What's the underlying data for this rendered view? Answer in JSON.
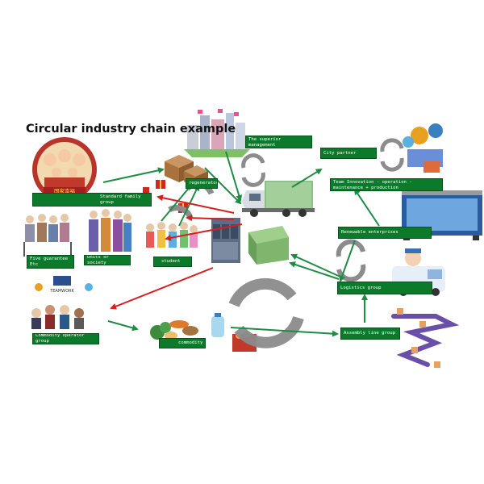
{
  "title": "Circular industry chain example",
  "labels": {
    "superior_management": "The superior management",
    "city_partner": "City partner",
    "innovation": "Team Innovation - operation - maintenance + production",
    "renewable": "Renewable enterprises",
    "logistics": "Logistics group",
    "assembly": "Assembly line group",
    "standard_family": "Standard family group",
    "regenerator": "regenerator",
    "five_guarantee": "Five guarantee Etc",
    "units_society": "Units or society",
    "student": "student",
    "commodity_operator": "Commodity operator group",
    "commodity": "commodity"
  },
  "colors": {
    "label_green": "#0b7a2a",
    "arrow_green": "#1e8c45",
    "arrow_red": "#d42020",
    "cycle_gray": "#8c8c8c"
  },
  "icons": {
    "badge_text": "国家幸福",
    "teamwork_text": "TEAMWORK"
  }
}
